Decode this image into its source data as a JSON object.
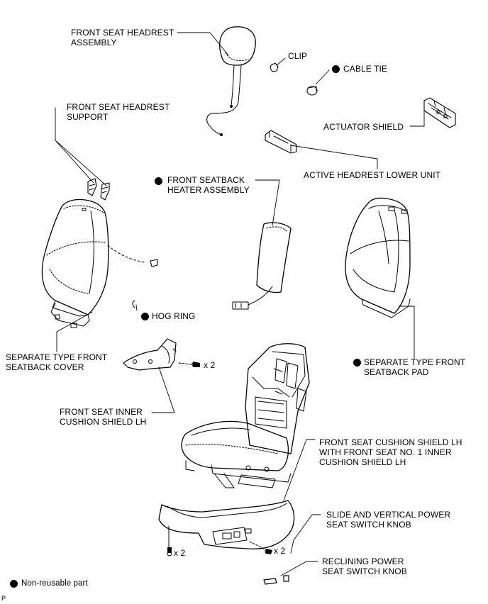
{
  "labels": {
    "headrest": "FRONT SEAT HEADREST\nASSEMBLY",
    "clip": "CLIP",
    "cable_tie": "CABLE TIE",
    "headrest_support": "FRONT SEAT HEADREST\nSUPPORT",
    "actuator_shield": "ACTUATOR SHIELD",
    "active_headrest": "ACTIVE HEADREST LOWER UNIT",
    "heater": "FRONT SEATBACK\nHEATER ASSEMBLY",
    "hog_ring": "HOG RING",
    "seatback_cover": "SEPARATE TYPE FRONT\nSEATBACK COVER",
    "seatback_pad": "SEPARATE TYPE FRONT\nSEATBACK PAD",
    "x2_a": "x 2",
    "inner_shield": "FRONT SEAT INNER\nCUSHION SHIELD LH",
    "cushion_shield": "FRONT SEAT CUSHION SHIELD LH\nWITH FRONT SEAT NO. 1 INNER\nCUSHION SHIELD LH",
    "slide_knob": "SLIDE AND VERTICAL POWER\nSEAT SWITCH KNOB",
    "x2_b": "x 2",
    "x2_c": "x 2",
    "reclining_knob": "RECLINING POWER\nSEAT SWITCH KNOB",
    "legend": "Non-reusable part",
    "corner": "P"
  },
  "nonreusable_marker": "filled-black-circle",
  "colors": {
    "line": "#000000",
    "background": "#ffffff"
  },
  "icons": [
    "seat-headrest",
    "clip",
    "cable-tie",
    "headrest-support",
    "actuator-shield",
    "active-headrest-lower-unit",
    "seatback-heater",
    "hog-ring",
    "seatback-cover",
    "seatback-pad",
    "screw",
    "inner-cushion-shield",
    "seat-frame",
    "cushion-shield",
    "switch-knob"
  ]
}
